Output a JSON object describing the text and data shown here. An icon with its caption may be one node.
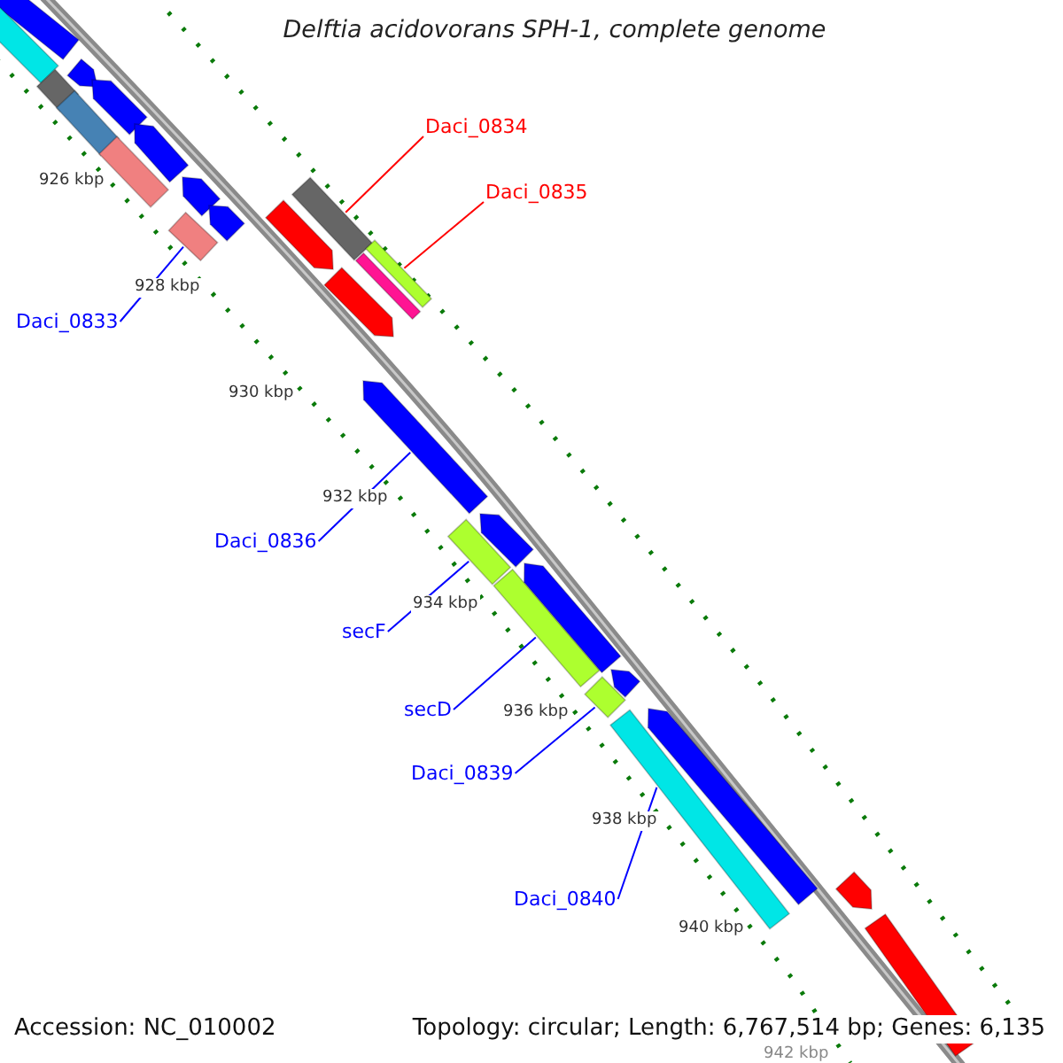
{
  "diagram": {
    "title": "Delftia acidovorans SPH-1, complete genome",
    "nodes": [
      {
        "text": [
          "Daci_0834"
        ]
      },
      {
        "text": [
          "Daci_0835"
        ]
      },
      {
        "text": [
          "Daci_0833"
        ]
      },
      {
        "text": [
          "Daci_0836"
        ]
      },
      {
        "text": [
          "secF"
        ]
      },
      {
        "text": [
          "secD"
        ]
      },
      {
        "text": [
          "Daci_0839"
        ]
      },
      {
        "text": [
          "Daci_0840"
        ]
      },
      {
        "text": [],
        "shape": "bar"
      },
      {
        "text": [],
        "shape": "bar"
      },
      {
        "text": [],
        "shape": "bar"
      },
      {
        "text": [],
        "shape": "bar"
      },
      {
        "text": [],
        "shape": "bar"
      },
      {
        "text": [],
        "shape": "bar"
      },
      {
        "text": [],
        "shape": "bar"
      },
      {
        "text": [],
        "shape": "bar"
      },
      {
        "text": [],
        "shape": "bar"
      },
      {
        "text": [],
        "shape": "bar"
      },
      {
        "text": [],
        "shape": "bar"
      },
      {
        "text": [],
        "shape": "bar"
      },
      {
        "text": [],
        "shape": "bar"
      },
      {
        "text": [],
        "shape": "bar"
      },
      {
        "text": [],
        "shape": "bar"
      },
      {
        "text": [],
        "shape": "bar"
      },
      {
        "text": [],
        "shape": "bar"
      },
      {
        "text": [],
        "shape": "bar"
      },
      {
        "text": [],
        "shape": "bar"
      },
      {
        "text": [],
        "shape": "bar"
      },
      {
        "text": [],
        "shape": "bar"
      },
      {
        "text": [],
        "shape": "bar"
      },
      {
        "text": [],
        "shape": "bar"
      },
      {
        "text": [],
        "shape": "bar"
      },
      {
        "text": [],
        "shape": "bar"
      },
      {
        "text": [],
        "shape": "bar"
      },
      {
        "text": [],
        "shape": "bar"
      }
    ],
    "edges": [
      {
        "from": 0,
        "to": 8,
        "arrow": "none",
        "color": "#ff0000"
      },
      {
        "from": 1,
        "to": 9,
        "arrow": "none",
        "color": "#ff0000"
      },
      {
        "from": 2,
        "to": 10,
        "arrow": "none"
      },
      {
        "from": 3,
        "to": 11,
        "arrow": "none"
      },
      {
        "from": 4,
        "to": 12,
        "arrow": "none"
      },
      {
        "from": 5,
        "to": 13,
        "arrow": "none"
      },
      {
        "from": 6,
        "to": 14,
        "arrow": "none"
      },
      {
        "from": 7,
        "to": 15,
        "arrow": "none"
      }
    ],
    "labels": [
      "926 kbp",
      "928 kbp",
      "930 kbp",
      "932 kbp",
      "934 kbp",
      "936 kbp",
      "938 kbp",
      "940 kbp",
      "942 kbp",
      "Accession: NC_010002",
      "Topology: circular; Length: 6,767,514 bp; Genes: 6,135"
    ]
  }
}
